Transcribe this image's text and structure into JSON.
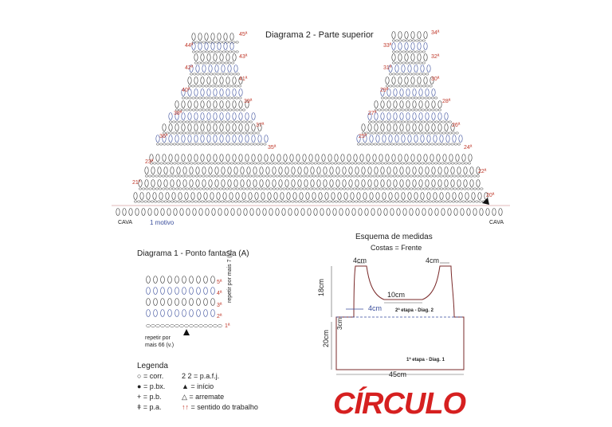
{
  "diagram2": {
    "title": "Diagrama 2 - Parte superior",
    "cava_left": "CAVA",
    "cava_right": "CAVA",
    "motif_label": "1 motivo",
    "left_rows": [
      "45ª",
      "44ª",
      "43ª",
      "42ª",
      "41ª",
      "40ª",
      "39ª",
      "38ª",
      "37ª",
      "36ª",
      "35ª",
      "23ª",
      "21ª"
    ],
    "right_rows": [
      "34ª",
      "33ª",
      "32ª",
      "31ª",
      "30ª",
      "29ª",
      "28ª",
      "27ª",
      "26ª",
      "25ª",
      "24ª",
      "22ª",
      "20ª"
    ]
  },
  "diagram1": {
    "title": "Diagrama 1 - Ponto fantasia (A)",
    "repeat_right": "repetir por mais 7 (v.)",
    "repeat_bottom_1": "repetir por",
    "repeat_bottom_2": "mais 66 (v.)",
    "rows": [
      "5ª",
      "4ª",
      "3ª",
      "2ª",
      "1ª"
    ]
  },
  "measures": {
    "title": "Esquema de medidas",
    "subtitle": "Costas = Frente",
    "strap_left": "4cm",
    "strap_right": "4cm",
    "top_height": "18cm",
    "neck_width": "10cm",
    "side_width": "4cm",
    "band": "3cm",
    "body_height": "20cm",
    "width": "45cm",
    "stage2": "2ª etapa - Diag. 2",
    "stage1": "1ª etapa - Diag. 1"
  },
  "legend": {
    "title": "Legenda",
    "items": [
      {
        "symbol": "○",
        "text": "= corr."
      },
      {
        "symbol": "●",
        "text": "= p.bx."
      },
      {
        "symbol": "+",
        "text": "= p.b."
      },
      {
        "symbol": "ǂ",
        "text": "= p.a."
      },
      {
        "symbol": "2",
        "text": "2 = p.a.f.j."
      },
      {
        "symbol": "▲",
        "text": "= início"
      },
      {
        "symbol": "△",
        "text": "= arremate"
      },
      {
        "symbol": "↑↑",
        "text": "= sentido do trabalho"
      }
    ]
  },
  "logo": "CÍRCULO",
  "colors": {
    "red": "#c0392b",
    "blue": "#3a4e9c",
    "brand": "#d62020"
  }
}
